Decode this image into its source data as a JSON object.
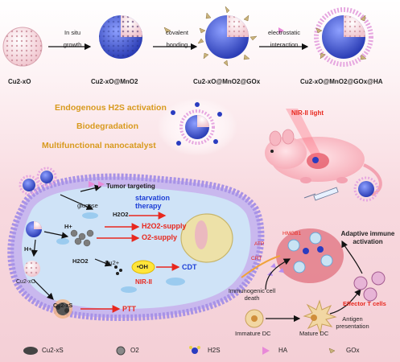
{
  "top_row": {
    "particles": [
      {
        "label": "Cu2-xO"
      },
      {
        "label": "Cu2-xO@MnO2"
      },
      {
        "label": "Cu2-xO@MnO2@GOx"
      },
      {
        "label": "Cu2-xO@MnO2@GOx@HA"
      }
    ],
    "steps": [
      {
        "line1": "In situ",
        "line2": "growth"
      },
      {
        "line1": "covalent",
        "line2": "bonding"
      },
      {
        "line1": "electrostatic",
        "line2": "interaction"
      }
    ]
  },
  "features": [
    "Endogenous H2S activation",
    "Biodegradation",
    "Multifunctional nanocatalyst"
  ],
  "nir_label": "NIR-II light",
  "cell": {
    "tumor_targeting": "Tumor targeting",
    "glucose": "glucose",
    "h2o2_top": "H2O2",
    "starvation": "starvation therapy",
    "h2o2_supply": "H2O2-supply",
    "o2_supply": "O2-supply",
    "h_plus_1": "H+",
    "h_plus_2": "H+",
    "h2o2_bottom": "H2O2",
    "cu_ion": "Cu2+",
    "oh": "•OH",
    "cdt": "CDT",
    "nir_ii": "NIR-II",
    "cu2xo_small": "Cu2-xO",
    "cu2xs": "Cu2-xS",
    "ptt": "PTT"
  },
  "immune": {
    "adaptive": "Adaptive immune activation",
    "icd": "Immunogenic cell death",
    "immature_dc": "Immature DC",
    "mature_dc": "Mature DC",
    "antigen": "Antigen presentation",
    "effector": "Effector T cells",
    "atp": "ATP",
    "hmgb1": "HMGB1",
    "crt": "CRT"
  },
  "legend": [
    {
      "icon": "cu2xs-icon",
      "label": "Cu2-xS"
    },
    {
      "icon": "o2-icon",
      "label": "O2"
    },
    {
      "icon": "h2s-icon",
      "label": "H2S"
    },
    {
      "icon": "ha-icon",
      "label": "HA"
    },
    {
      "icon": "gox-icon",
      "label": "GOx"
    }
  ],
  "colors": {
    "accent_orange": "#d89a1e",
    "accent_red": "#e8281e",
    "accent_blue": "#1d3fd6",
    "membrane": "#a892e6",
    "mno2": "#4a5fd8"
  }
}
